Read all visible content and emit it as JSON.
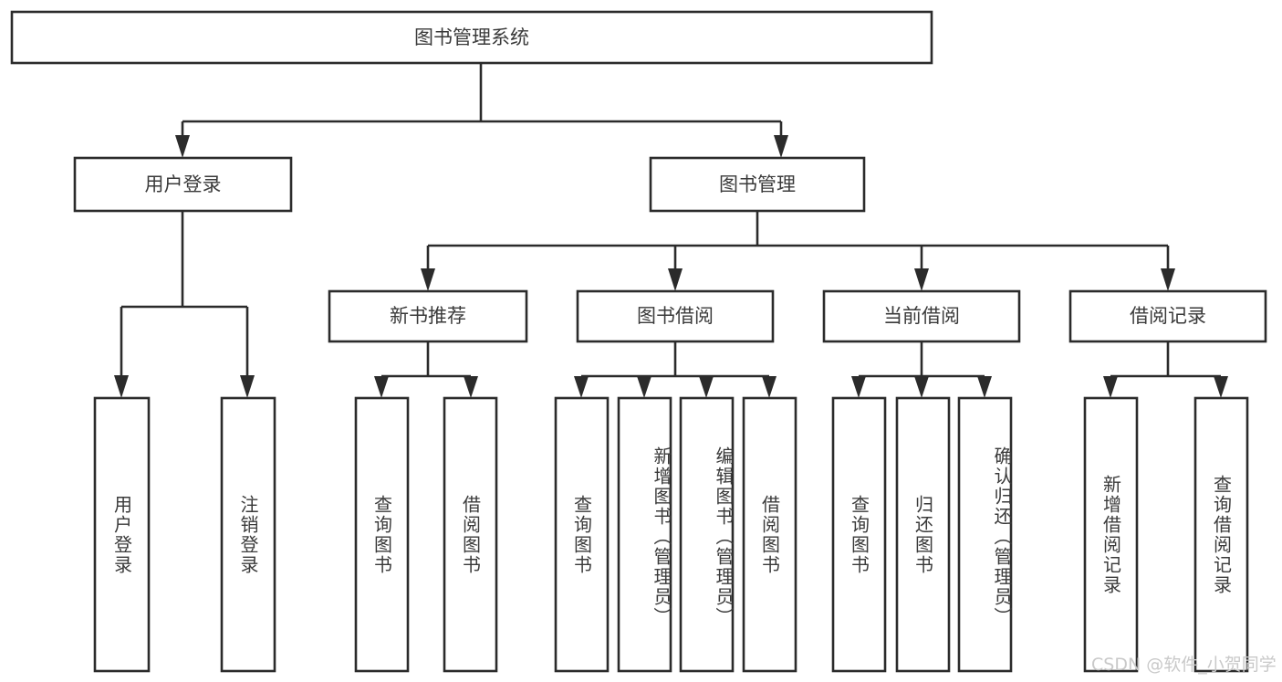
{
  "diagram": {
    "type": "tree-hierarchy",
    "title": "图书管理系统",
    "watermark": "CSDN @软件_小贺同学",
    "colors": {
      "stroke": "#2b2b2b",
      "fill": "#ffffff",
      "text": "#3a3a3a",
      "watermark": "#c9c9c9",
      "background": "#ffffff"
    },
    "nodes": {
      "root": {
        "label": "图书管理系统",
        "level": 1
      },
      "user_login": {
        "label": "用户登录",
        "level": 2
      },
      "book_manage": {
        "label": "图书管理",
        "level": 2
      },
      "new_book_rec": {
        "label": "新书推荐",
        "level": 3
      },
      "book_borrow": {
        "label": "图书借阅",
        "level": 3
      },
      "current_borrow": {
        "label": "当前借阅",
        "level": 3
      },
      "borrow_record": {
        "label": "借阅记录",
        "level": 3
      },
      "leaf_user_login": {
        "label": "用户登录",
        "level": 3
      },
      "leaf_logout": {
        "label": "注销登录",
        "level": 3
      },
      "leaf_query_book_1": {
        "label": "查询图书",
        "level": 4
      },
      "leaf_borrow_book_1": {
        "label": "借阅图书",
        "level": 4
      },
      "leaf_query_book_2": {
        "label": "查询图书",
        "level": 4
      },
      "leaf_add_book": {
        "label": "新增图书（管理员）",
        "level": 4
      },
      "leaf_edit_book": {
        "label": "编辑图书（管理员）",
        "level": 4
      },
      "leaf_borrow_book_2": {
        "label": "借阅图书",
        "level": 4
      },
      "leaf_query_book_3": {
        "label": "查询图书",
        "level": 4
      },
      "leaf_return_book": {
        "label": "归还图书",
        "level": 4
      },
      "leaf_confirm_return": {
        "label": "确认归还（管理员）",
        "level": 4
      },
      "leaf_add_record": {
        "label": "新增借阅记录",
        "level": 4
      },
      "leaf_query_record": {
        "label": "查询借阅记录",
        "level": 4
      }
    },
    "edges": [
      {
        "from": "root",
        "to": "user_login"
      },
      {
        "from": "root",
        "to": "book_manage"
      },
      {
        "from": "user_login",
        "to": "leaf_user_login"
      },
      {
        "from": "user_login",
        "to": "leaf_logout"
      },
      {
        "from": "book_manage",
        "to": "new_book_rec"
      },
      {
        "from": "book_manage",
        "to": "book_borrow"
      },
      {
        "from": "book_manage",
        "to": "current_borrow"
      },
      {
        "from": "book_manage",
        "to": "borrow_record"
      },
      {
        "from": "new_book_rec",
        "to": "leaf_query_book_1"
      },
      {
        "from": "new_book_rec",
        "to": "leaf_borrow_book_1"
      },
      {
        "from": "book_borrow",
        "to": "leaf_query_book_2"
      },
      {
        "from": "book_borrow",
        "to": "leaf_add_book"
      },
      {
        "from": "book_borrow",
        "to": "leaf_edit_book"
      },
      {
        "from": "book_borrow",
        "to": "leaf_borrow_book_2"
      },
      {
        "from": "current_borrow",
        "to": "leaf_query_book_3"
      },
      {
        "from": "current_borrow",
        "to": "leaf_return_book"
      },
      {
        "from": "current_borrow",
        "to": "leaf_confirm_return"
      },
      {
        "from": "borrow_record",
        "to": "leaf_add_record"
      },
      {
        "from": "borrow_record",
        "to": "leaf_query_record"
      }
    ]
  }
}
